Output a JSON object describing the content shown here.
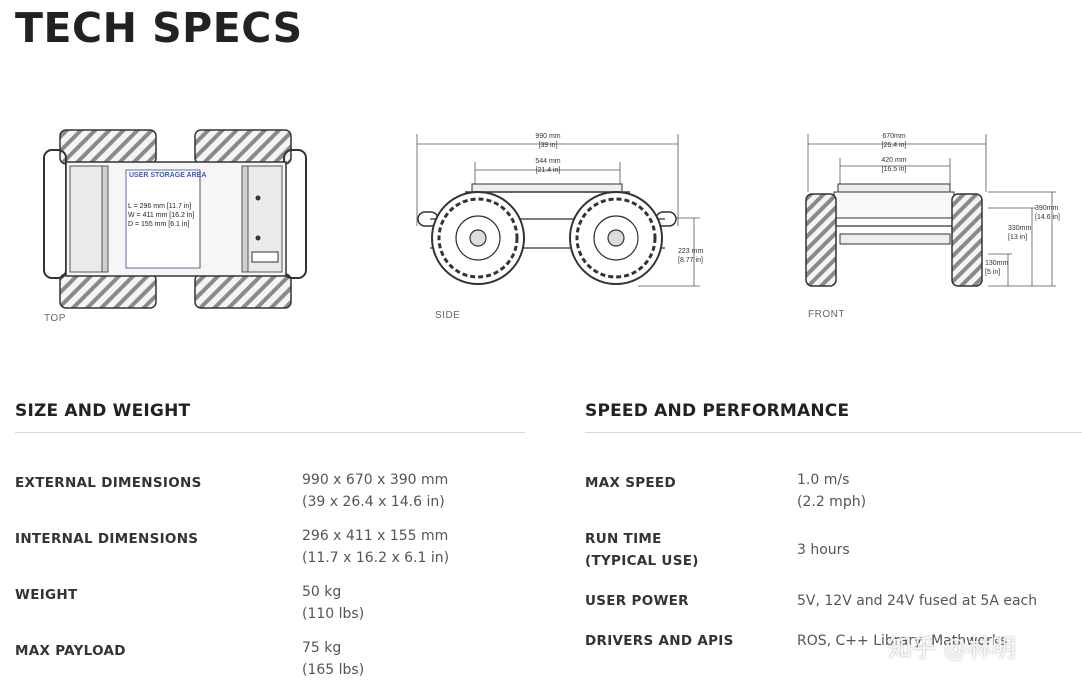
{
  "page": {
    "title": "TECH SPECS"
  },
  "views": {
    "top": {
      "label": "TOP",
      "storage_title": "USER STORAGE AREA",
      "storage_dims": [
        "L = 296 mm [11.7 in]",
        "W = 411 mm [16.2 in]",
        "D = 155 mm [6.1 in]"
      ]
    },
    "side": {
      "label": "SIDE",
      "overall_mm": "990 mm",
      "overall_in": "[39 in]",
      "inner_mm": "544 mm",
      "inner_in": "[21.4 in]",
      "height_mm": "223 mm",
      "height_in": "[8.77 in]"
    },
    "front": {
      "label": "FRONT",
      "overall_mm": "670mm",
      "overall_in": "[26.4 in]",
      "inner_mm": "420 mm",
      "inner_in": "[16.5 in]",
      "h1_mm": "390mm",
      "h1_in": "[14.6 in]",
      "h2_mm": "330mm",
      "h2_in": "[13 in]",
      "h3_mm": "130mm",
      "h3_in": "[5 in]"
    }
  },
  "size_weight": {
    "title": "SIZE AND WEIGHT",
    "rows": [
      {
        "label": [
          "EXTERNAL DIMENSIONS"
        ],
        "value": [
          "990 x 670 x 390 mm",
          "(39 x 26.4 x 14.6 in)"
        ]
      },
      {
        "label": [
          "INTERNAL DIMENSIONS"
        ],
        "value": [
          "296 x 411 x 155 mm",
          "(11.7 x 16.2 x 6.1 in)"
        ]
      },
      {
        "label": [
          "WEIGHT"
        ],
        "value": [
          "50 kg",
          "(110 lbs)"
        ]
      },
      {
        "label": [
          "MAX PAYLOAD"
        ],
        "value": [
          "75 kg",
          "(165 lbs)"
        ]
      }
    ]
  },
  "speed_performance": {
    "title": "SPEED AND PERFORMANCE",
    "rows": [
      {
        "label": [
          "MAX SPEED"
        ],
        "value": [
          "1.0 m/s",
          "(2.2 mph)"
        ]
      },
      {
        "label": [
          "RUN TIME",
          "(TYPICAL USE)"
        ],
        "value": [
          "3 hours"
        ]
      },
      {
        "label": [
          "USER POWER"
        ],
        "value": [
          "5V, 12V and 24V fused at 5A each"
        ]
      },
      {
        "label": [
          "DRIVERS AND APIS"
        ],
        "value": [
          "ROS, C++ Library, Mathworks"
        ]
      }
    ]
  },
  "watermark": "知乎 @林明"
}
